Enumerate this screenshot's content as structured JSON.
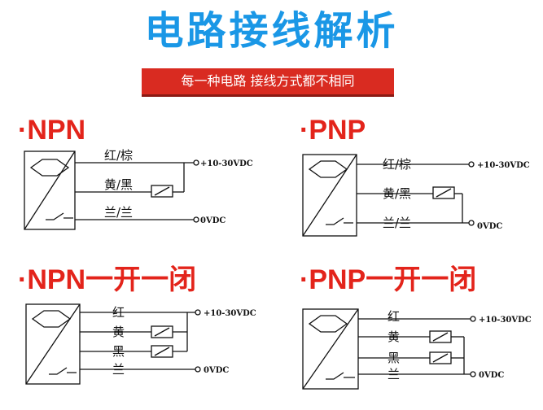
{
  "header": {
    "title": "电路接线解析",
    "subtitle": "每一种电路 接线方式都不相同"
  },
  "colors": {
    "title": "#1a97e6",
    "banner": "#d92b21",
    "section": "#e3241b"
  },
  "sections": {
    "npn": {
      "title": "·NPN",
      "wires": [
        "红/棕",
        "黄/黑",
        "兰/兰"
      ],
      "supply": "+10-30VDC",
      "ground": "0VDC"
    },
    "pnp": {
      "title": "·PNP",
      "wires": [
        "红/棕",
        "黄/黑",
        "兰/兰"
      ],
      "supply": "+10-30VDC",
      "ground": "0VDC"
    },
    "npn_nonc": {
      "title": "·NPN一开一闭",
      "wires": [
        "红",
        "黄",
        "黑",
        "兰"
      ],
      "supply": "+10-30VDC",
      "ground": "0VDC"
    },
    "pnp_nonc": {
      "title": "·PNP一开一闭",
      "wires": [
        "红",
        "黄",
        "黑",
        "兰"
      ],
      "supply": "+10-30VDC",
      "ground": "0VDC"
    }
  }
}
